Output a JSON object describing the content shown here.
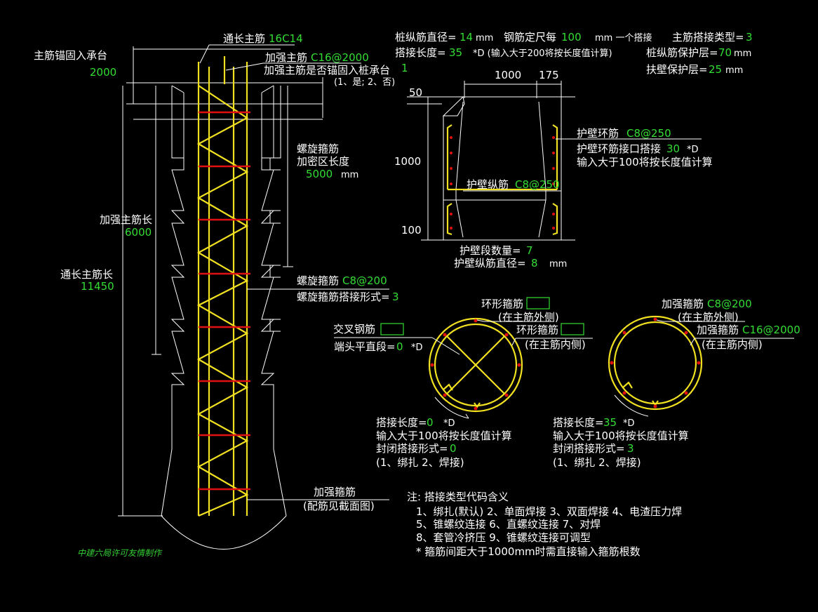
{
  "colors": {
    "background": "#000000",
    "line": "#ffffff",
    "rebar": "#f0e020",
    "hoop": "#e01010",
    "value": "#33dd33"
  },
  "pile": {
    "main_bar_label": "通长主筋",
    "main_bar_value": "16C14",
    "anchor_label": "主筋锚固入承台",
    "anchor_value": "2000",
    "rein_main_label": "加强主筋",
    "rein_main_value": "C16@2000",
    "rein_anchor_label": "加强主筋是否锚固入桩承台",
    "rein_anchor_value": "1",
    "rein_anchor_hint": "(1、是; 2、否)",
    "spiral_dense_l1": "螺旋箍筋",
    "spiral_dense_l2": "加密区长度",
    "spiral_dense_value": "5000",
    "spiral_dense_unit": "mm",
    "rein_len_label": "加强主筋长",
    "rein_len_value": "6000",
    "full_len_label": "通长主筋长",
    "full_len_value": "11450",
    "spiral_label": "螺旋箍筋",
    "spiral_value": "C8@200",
    "spiral_lap_label": "螺旋箍筋搭接形式=",
    "spiral_lap_value": "3",
    "rein_hoop_label": "加强箍筋",
    "rein_hoop_note": "(配筋见截面图)"
  },
  "params": {
    "dia_label": "桩纵筋直径=",
    "dia_value": "14",
    "dia_unit": "mm",
    "fixed_label": "钢筋定尺每",
    "fixed_value": "100",
    "fixed_unit": "mm 一个搭接",
    "lap_type_label": "主筋搭接类型=",
    "lap_type_value": "3",
    "lap_len_label": "搭接长度=",
    "lap_len_value": "35",
    "lap_len_hint": "*D (输入大于200将按长度值计算)",
    "cover_label": "桩纵筋保护层=",
    "cover_value": "70",
    "cover_unit": "mm",
    "wall_cover_label": "扶壁保护层=",
    "wall_cover_value": "25",
    "wall_cover_unit": "mm"
  },
  "wall": {
    "dim_1000": "1000",
    "dim_175": "175",
    "dim_50": "50",
    "dim_h1000": "1000",
    "dim_100": "100",
    "ring_label": "护壁环筋",
    "ring_value": "C8@250",
    "ring_lap_label": "护壁环筋接口搭接",
    "ring_lap_value": "30",
    "ring_lap_unit": "*D",
    "ring_lap_hint": "输入大于100将按长度值计算",
    "long_label": "护壁纵筋",
    "long_value": "C8@250",
    "count_label": "护壁段数量=",
    "count_value": "7",
    "long_dia_label": "护壁纵筋直径=",
    "long_dia_value": "8",
    "long_dia_unit": "mm"
  },
  "section_left": {
    "ring_out_label": "环形箍筋",
    "ring_out_note": "(在主筋外侧)",
    "ring_in_label": "环形箍筋",
    "ring_in_note": "(在主筋内侧)",
    "cross_label": "交叉钢筋",
    "end_label": "端头平直段=",
    "end_value": "0",
    "end_unit": "*D",
    "lap_label": "搭接长度=",
    "lap_value": "0",
    "lap_unit": "*D",
    "lap_hint": "输入大于100将按长度值计算",
    "close_label": "封闭搭接形式=",
    "close_value": "0",
    "close_hint": "(1、绑扎  2、焊接)"
  },
  "section_right": {
    "hoop_label": "加强箍筋",
    "hoop_value": "C8@200",
    "hoop_note": "(在主筋外侧)",
    "main_label": "加强箍筋",
    "main_value": "C16@2000",
    "main_note": "(在主筋内侧)",
    "lap_label": "搭接长度=",
    "lap_value": "35",
    "lap_unit": "*D",
    "lap_hint": "输入大于100将按长度值计算",
    "close_label": "封闭搭接形式=",
    "close_value": "3",
    "close_hint": "(1、绑扎  2、焊接)"
  },
  "notes": {
    "title": "注: 搭接类型代码含义",
    "line1": "1、绑扎(默认)   2、单面焊接    3、双面焊接    4、电渣压力焊",
    "line2": "5、锥螺纹连接    6、直螺纹连接    7、对焊",
    "line3": "8、套管冷挤压    9、锥螺纹连接可调型",
    "line4": "* 箍筋间距大于1000mm时需直接输入箍筋根数"
  },
  "credit": "中建六局许可友情制作"
}
